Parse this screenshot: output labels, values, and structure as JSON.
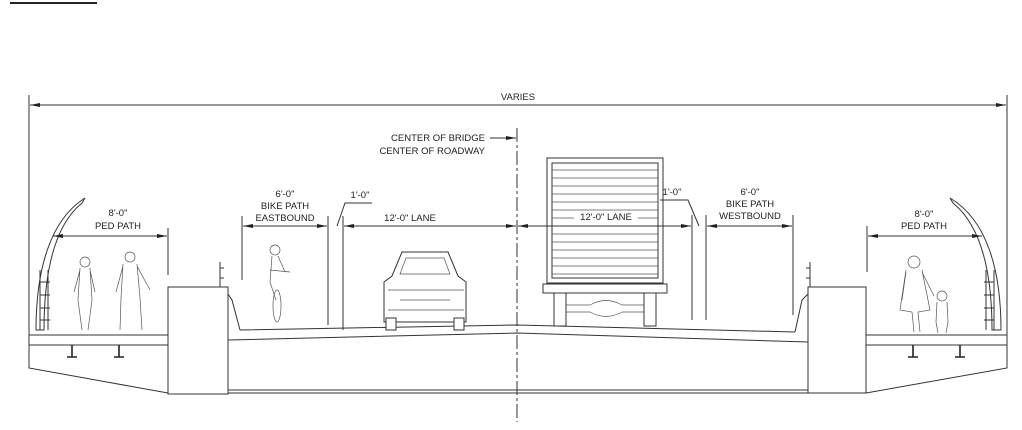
{
  "diagram": {
    "title": "Bridge Typical Cross Section",
    "overall_width": "VARIES",
    "centerline": [
      "CENTER OF BRIDGE",
      "CENTER OF ROADWAY"
    ],
    "left_ped_path": {
      "dimension": "8'-0\"",
      "label": "PED PATH"
    },
    "bike_eastbound": {
      "dimension": "6'-0\"",
      "label1": "BIKE PATH",
      "label2": "EASTBOUND"
    },
    "left_buffer": "1'-0\"",
    "left_lane": "12'-0\" LANE",
    "right_lane": "12'-0\" LANE",
    "right_buffer": "1'-0\"",
    "bike_westbound": {
      "dimension": "6'-0\"",
      "label1": "BIKE PATH",
      "label2": "WESTBOUND"
    },
    "right_ped_path": {
      "dimension": "8'-0\"",
      "label": "PED PATH"
    }
  }
}
